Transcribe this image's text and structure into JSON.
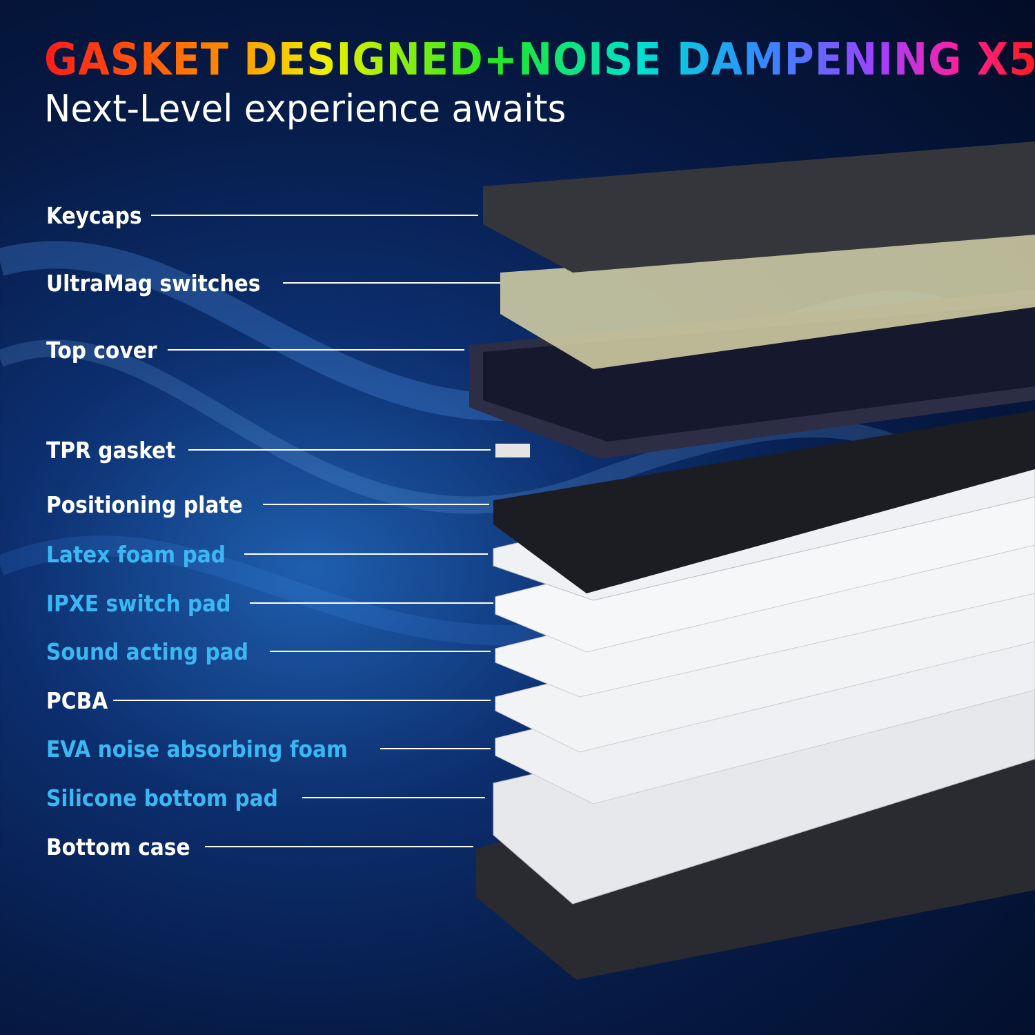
{
  "header": {
    "title": "GASKET DESIGNED+NOISE DAMPENING X5",
    "subtitle": "Next-Level experience awaits"
  },
  "layers": [
    {
      "label": "Keycaps",
      "highlight": false
    },
    {
      "label": "UltraMag switches",
      "highlight": false
    },
    {
      "label": "Top cover",
      "highlight": false
    },
    {
      "label": "TPR gasket",
      "highlight": false
    },
    {
      "label": "Positioning plate",
      "highlight": false
    },
    {
      "label": "Latex foam pad",
      "highlight": true
    },
    {
      "label": "IPXE switch pad",
      "highlight": true
    },
    {
      "label": "Sound acting pad",
      "highlight": true
    },
    {
      "label": "PCBA",
      "highlight": false
    },
    {
      "label": "EVA noise absorbing foam",
      "highlight": true
    },
    {
      "label": "Silicone bottom pad",
      "highlight": true
    },
    {
      "label": "Bottom case",
      "highlight": false
    }
  ],
  "colors": {
    "highlight": "#3bb8f2",
    "label": "#ffffff"
  }
}
